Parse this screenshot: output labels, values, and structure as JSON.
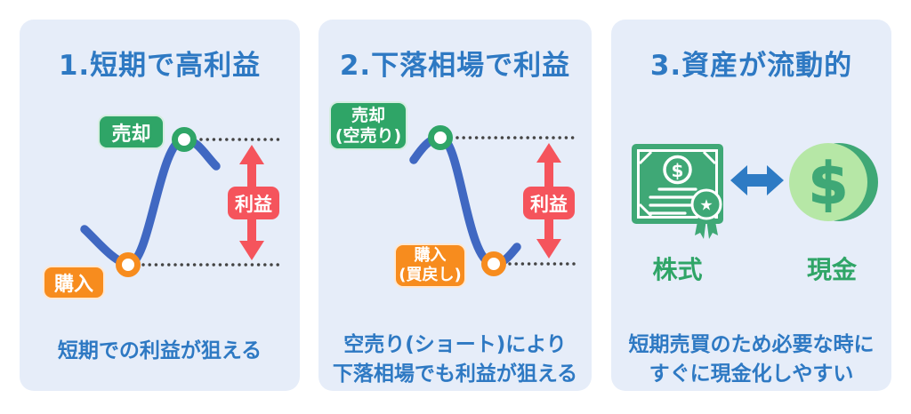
{
  "colors": {
    "panel_background": "#E6EDF9",
    "heading_blue": "#2E79C3",
    "curve_blue": "#4068C2",
    "green": "#2FA567",
    "orange": "#F78C1E",
    "red": "#F5545C",
    "dotted_line_gray": "#444444",
    "icon_green": "#3FA876",
    "coin_light_green": "#B6E7A6",
    "swap_arrow_blue": "#2E7BC4"
  },
  "panels": [
    {
      "title": "1.短期で高利益",
      "sell_label": "売却",
      "buy_label": "購入",
      "profit_label": "利益",
      "caption": "短期での利益が狙える"
    },
    {
      "title": "2.下落相場で利益",
      "sell_label": "売却",
      "sell_label_sub": "(空売り)",
      "buy_label": "購入",
      "buy_label_sub": "(買戻し)",
      "profit_label": "利益",
      "caption_line1": "空売り(ショート)により",
      "caption_line2": "下落相場でも利益が狙える"
    },
    {
      "title": "3.資産が流動的",
      "stock_label": "株式",
      "cash_label": "現金",
      "certificate_dollar": "$",
      "coin_dollar": "$",
      "caption_line1": "短期売買のため必要な時に",
      "caption_line2": "すぐに現金化しやすい"
    }
  ]
}
